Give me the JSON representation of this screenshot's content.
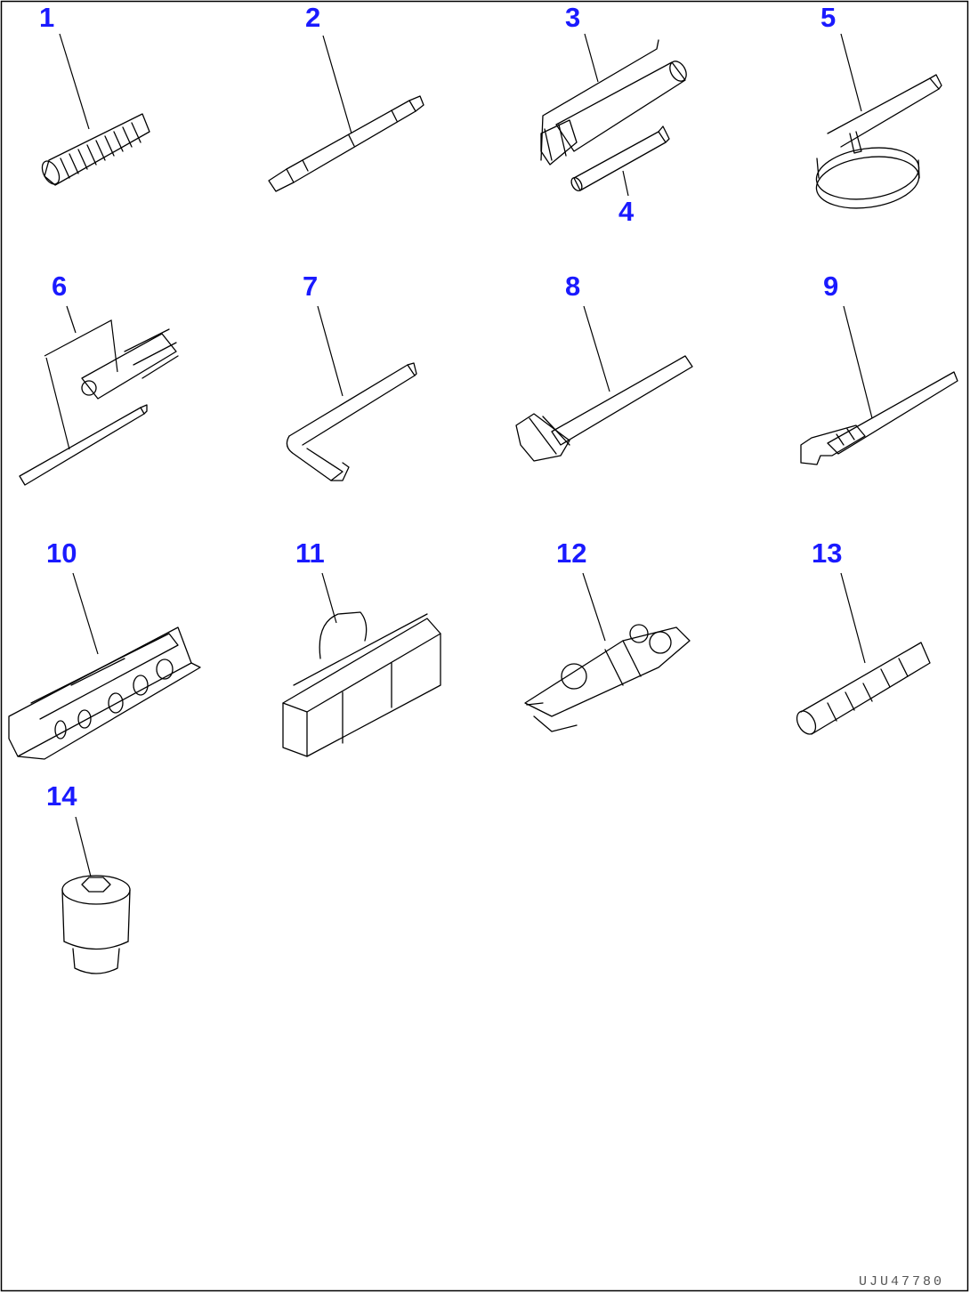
{
  "figure": {
    "frame_color": "#000000",
    "label_color": "#1a1aff",
    "drawing_code": "UJU47780"
  },
  "parts": [
    {
      "no": "1"
    },
    {
      "no": "2"
    },
    {
      "no": "3"
    },
    {
      "no": "4"
    },
    {
      "no": "5"
    },
    {
      "no": "6"
    },
    {
      "no": "7"
    },
    {
      "no": "8"
    },
    {
      "no": "9"
    },
    {
      "no": "10"
    },
    {
      "no": "11"
    },
    {
      "no": "12"
    },
    {
      "no": "13"
    },
    {
      "no": "14"
    }
  ]
}
